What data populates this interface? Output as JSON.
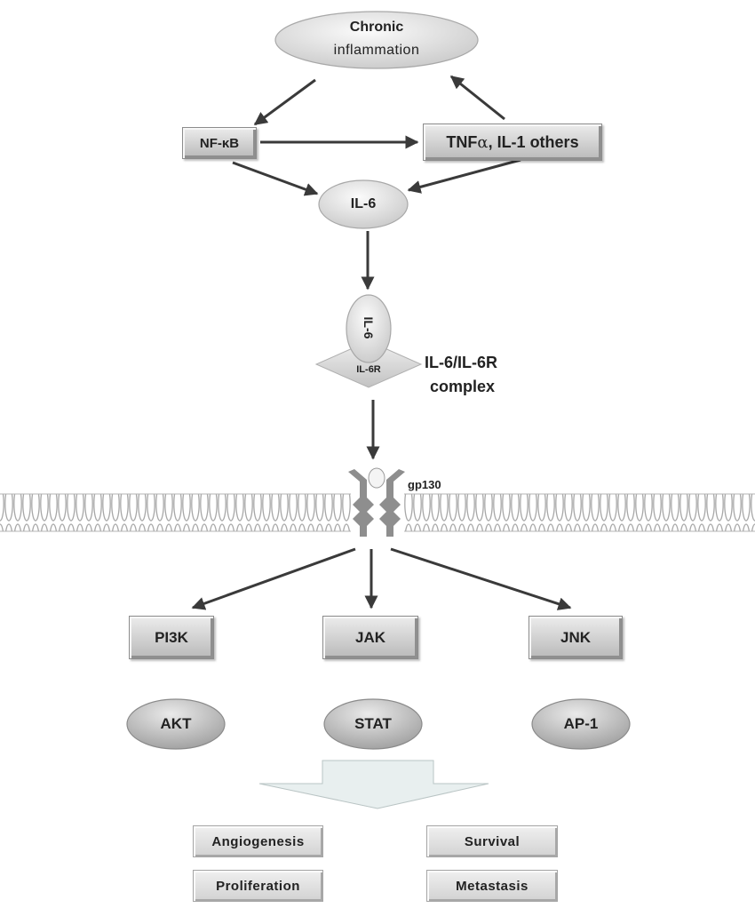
{
  "nodes": {
    "chronic": "Chronic",
    "inflammation": "inflammation",
    "nfkb": "NF-κB",
    "tnf_prefix": "TNF",
    "tnf_alpha": "α",
    "tnf_suffix": ", IL-1 others",
    "il6": "IL-6",
    "il6_in_complex": "IL-6",
    "il6r": "IL-6R",
    "complex_line1": "IL-6/IL-6R",
    "complex_line2": "complex",
    "gp130": "gp130",
    "pi3k": "PI3K",
    "jak": "JAK",
    "jnk": "JNK",
    "akt": "AKT",
    "stat": "STAT",
    "ap1": "AP-1"
  },
  "outcomes": {
    "angiogenesis": "Angiogenesis",
    "survival": "Survival",
    "proliferation": "Proliferation",
    "metastasis": "Metastasis"
  },
  "colors": {
    "arrow": "#3a3a3a",
    "node_fill_light": "#f4f4f4",
    "node_fill_dark": "#b5b5b5",
    "membrane": "#b0b0b0",
    "receptor": "#8e8e8e",
    "big_arrow_fill": "#e8efef"
  }
}
